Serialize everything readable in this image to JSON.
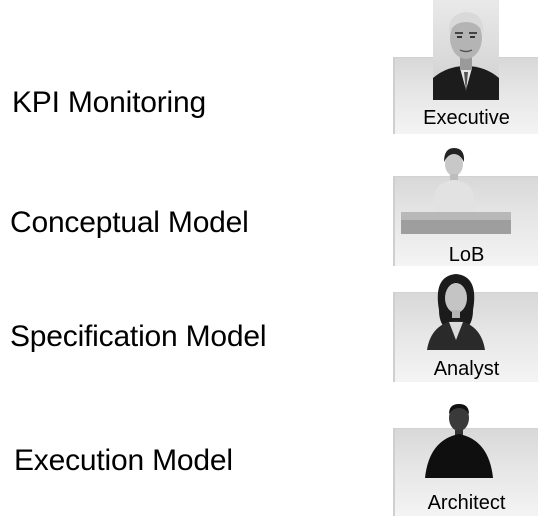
{
  "rows": [
    {
      "label": "KPI Monitoring",
      "role": "Executive"
    },
    {
      "label": "Conceptual Model",
      "role": "LoB"
    },
    {
      "label": "Specification Model",
      "role": "Analyst"
    },
    {
      "label": "Execution Model",
      "role": "Architect"
    }
  ]
}
